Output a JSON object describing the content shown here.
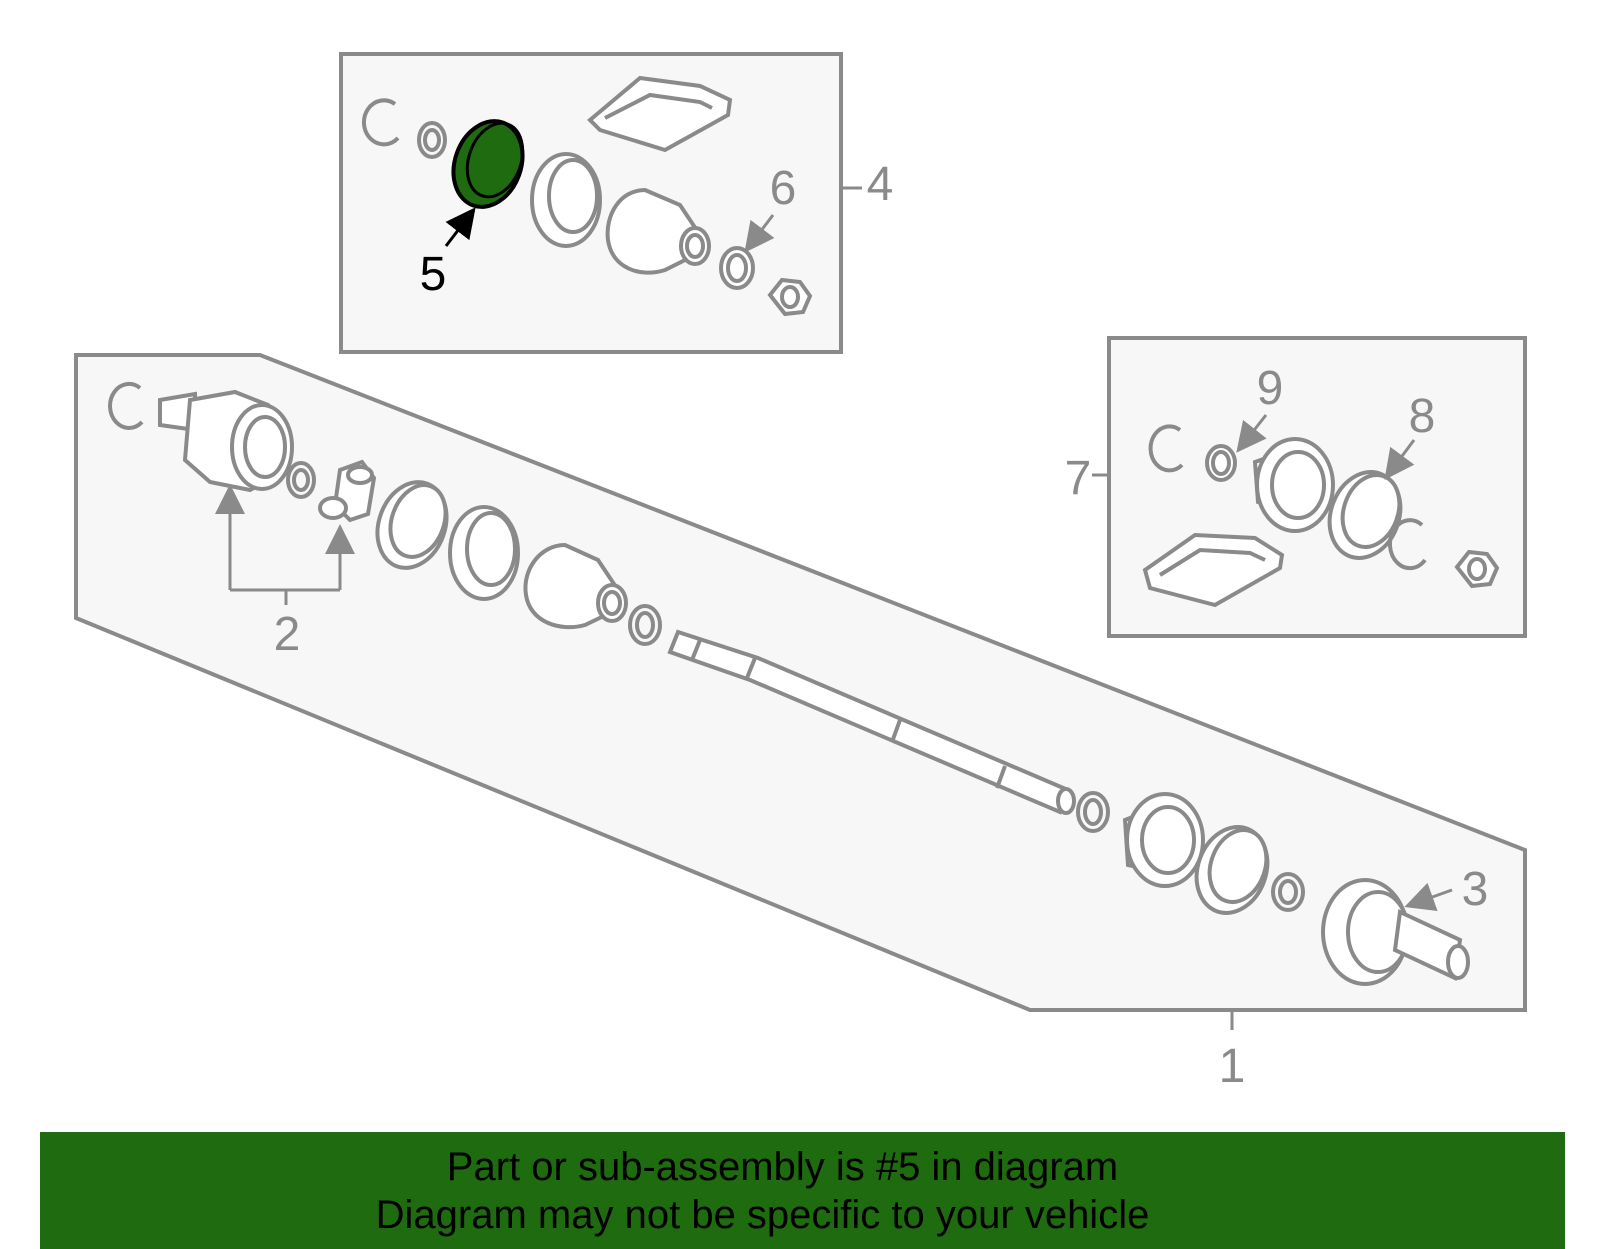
{
  "diagram": {
    "callouts": {
      "c1": "1",
      "c2": "2",
      "c3": "3",
      "c4": "4",
      "c5": "5",
      "c6": "6",
      "c7": "7",
      "c8": "8",
      "c9": "9"
    },
    "highlighted_part": "5",
    "colors": {
      "line": "#8a8a8a",
      "panel_fill": "#f7f7f7",
      "highlight": "#1f6b0f",
      "highlight_text": "#000000"
    }
  },
  "banner": {
    "line1": "Part or sub-assembly is #5 in diagram",
    "line2": "Diagram may not be specific to your vehicle",
    "background": "#1f6b0f"
  }
}
